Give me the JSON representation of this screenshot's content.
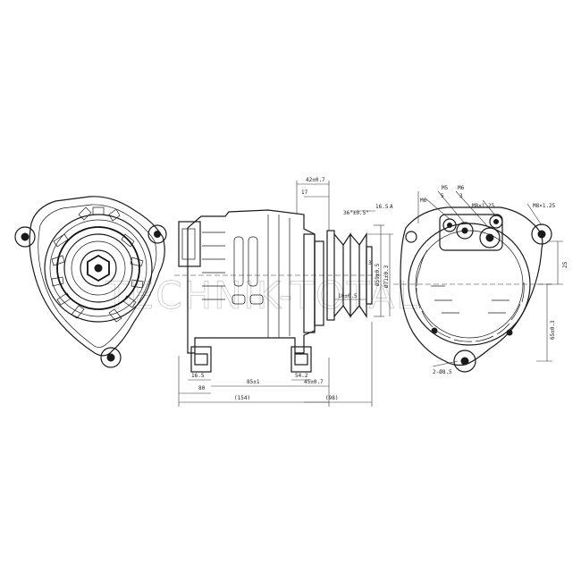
{
  "watermark": "TECHNIK-TOTAL",
  "dimensions": {
    "d1": "42±0.7",
    "d2": "17",
    "d3": "36°±0.5°",
    "d4": "16.5",
    "d5": "A",
    "d6": "Ø59±0.5",
    "d7": "Ø71±0.3",
    "d8": "10±0.5",
    "d9": "3",
    "d10": "16.5",
    "d11": "80",
    "d12": "85±1",
    "d13": "45±0.7",
    "d14": "54.2",
    "d15": "(154)",
    "d16": "(98)",
    "d17": "M8×1.25",
    "d18": "M6",
    "d19": "M5",
    "d20": "M6",
    "d21": "M8×1.25",
    "d22": "5",
    "d23": "3",
    "d24": "25",
    "d25": "65±0.3",
    "d26": "2-Ø8.5"
  }
}
